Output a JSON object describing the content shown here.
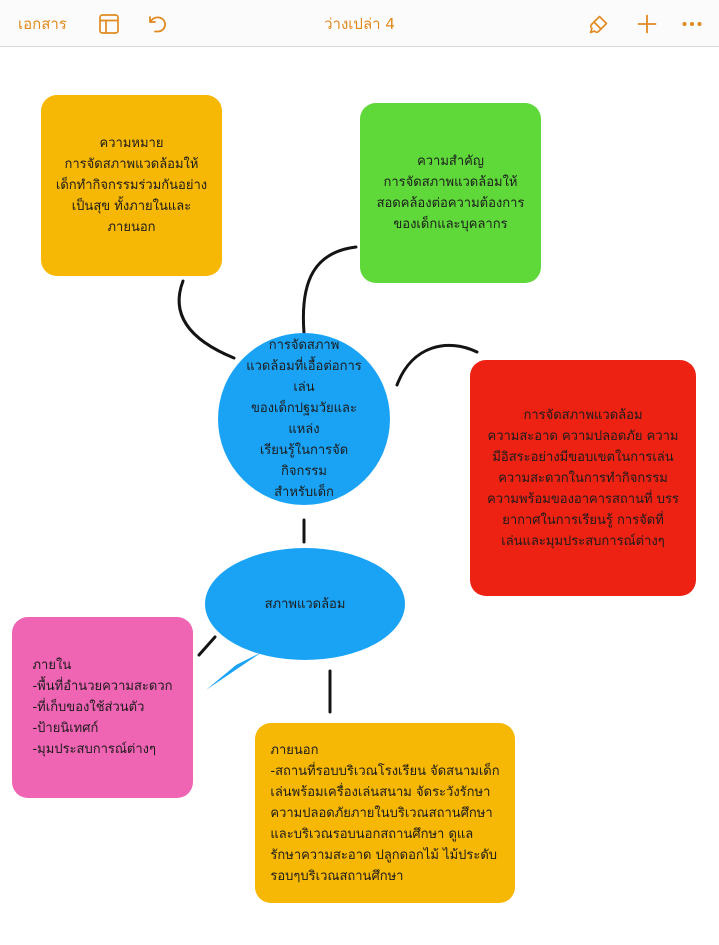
{
  "toolbar": {
    "back_label": "เอกสาร",
    "layout_icon": "layout-icon",
    "undo_icon": "undo-icon",
    "title": "ว่างเปล่า 4",
    "brush_icon": "paintbrush-icon",
    "add_icon": "plus-icon",
    "more_icon": "more-icon",
    "accent_color": "#e08a1e"
  },
  "mindmap": {
    "center": {
      "text": "การจัดสภาพ\nแวดล้อมที่เอื้อต่อการเล่น\nของเด็กปฐมวัยและแหล่ง\nเรียนรู้ในการจัดกิจกรรม\nสำหรับเด็ก",
      "color": "#1aa3f5"
    },
    "meaning": {
      "text": "ความหมาย\nการจัดสภาพแวดล้อมให้\nเด็กทำกิจกรรมร่วมกันอย่าง\nเป็นสุข ทั้งภายในและ\nภายนอก",
      "color": "#f7b705"
    },
    "importance": {
      "text": "ความสำคัญ\nการจัดสภาพแวดล้อมให้\nสอดคล้องต่อความต้องการ\nของเด็กและบุคลากร",
      "color": "#5fd93a"
    },
    "environment_setup": {
      "text": "การจัดสภาพแวดล้อม\nความสะอาด ความปลอดภัย ความ\nมีอิสระอย่างมีขอบเขตในการเล่น\nความสะดวกในการทำกิจกรรม\nความพร้อมของอาคารสถานที่ บรร\nยากาศในการเรียนรู้ การจัดที่\nเล่นและมุมประสบการณ์ต่างๆ",
      "color": "#ee2212"
    },
    "bubble": {
      "text": "สภาพแวดล้อม",
      "color": "#1aa3f5"
    },
    "inside": {
      "text": "ภายใน\n-พื้นที่อำนวยความสะดวก\n-ที่เก็บของใช้ส่วนตัว\n-ป้ายนิเทศก์\n-มุมประสบการณ์ต่างๆ",
      "color": "#f064b4"
    },
    "outside": {
      "text": "ภายนอก\n-สถานที่รอบบริเวณโรงเรียน จัดสนามเด็ก\nเล่นพร้อมเครื่องเล่นสนาม จัดระวังรักษา\nความปลอดภัยภายในบริเวณสถานศึกษา\nและบริเวณรอบนอกสถานศึกษา ดูแล\nรักษาความสะอาด ปลูกดอกไม้ ไม้ประดับ\nรอบๆบริเวณสถานศึกษา",
      "color": "#f7b705"
    }
  }
}
